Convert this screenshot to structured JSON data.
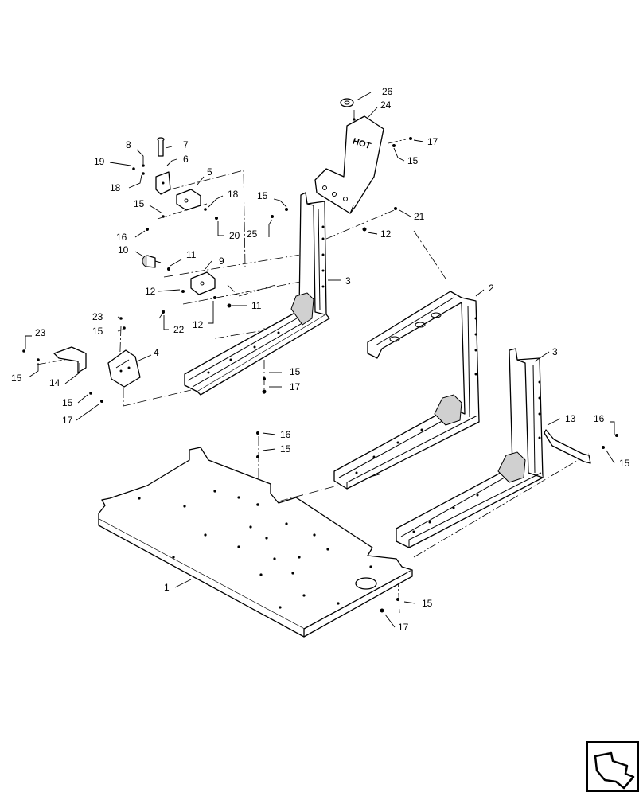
{
  "diagram": {
    "decal_text": "HOT",
    "callouts": [
      {
        "id": "c26",
        "label": "26"
      },
      {
        "id": "c24",
        "label": "24"
      },
      {
        "id": "c17a",
        "label": "17"
      },
      {
        "id": "c15a",
        "label": "15"
      },
      {
        "id": "c21",
        "label": "21"
      },
      {
        "id": "c12a",
        "label": "12"
      },
      {
        "id": "c15b",
        "label": "15"
      },
      {
        "id": "c25",
        "label": "25"
      },
      {
        "id": "c8",
        "label": "8"
      },
      {
        "id": "c7",
        "label": "7"
      },
      {
        "id": "c6",
        "label": "6"
      },
      {
        "id": "c19",
        "label": "19"
      },
      {
        "id": "c18a",
        "label": "18"
      },
      {
        "id": "c5",
        "label": "5"
      },
      {
        "id": "c18b",
        "label": "18"
      },
      {
        "id": "c15c",
        "label": "15"
      },
      {
        "id": "c20",
        "label": "20"
      },
      {
        "id": "c16a",
        "label": "16"
      },
      {
        "id": "c10",
        "label": "10"
      },
      {
        "id": "c11a",
        "label": "11"
      },
      {
        "id": "c9",
        "label": "9"
      },
      {
        "id": "c12b",
        "label": "12"
      },
      {
        "id": "c11b",
        "label": "11"
      },
      {
        "id": "c22",
        "label": "22"
      },
      {
        "id": "c12c",
        "label": "12"
      },
      {
        "id": "c3a",
        "label": "3"
      },
      {
        "id": "c2",
        "label": "2"
      },
      {
        "id": "c23a",
        "label": "23"
      },
      {
        "id": "c15d",
        "label": "15"
      },
      {
        "id": "c23b",
        "label": "23"
      },
      {
        "id": "c4",
        "label": "4"
      },
      {
        "id": "c15e",
        "label": "15"
      },
      {
        "id": "c14",
        "label": "14"
      },
      {
        "id": "c15f",
        "label": "15"
      },
      {
        "id": "c17b",
        "label": "17"
      },
      {
        "id": "c15g",
        "label": "15"
      },
      {
        "id": "c17c",
        "label": "17"
      },
      {
        "id": "c3b",
        "label": "3"
      },
      {
        "id": "c16b",
        "label": "16"
      },
      {
        "id": "c15h",
        "label": "15"
      },
      {
        "id": "c13",
        "label": "13"
      },
      {
        "id": "c16c",
        "label": "16"
      },
      {
        "id": "c15i",
        "label": "15"
      },
      {
        "id": "c1",
        "label": "1"
      },
      {
        "id": "c15j",
        "label": "15"
      },
      {
        "id": "c17d",
        "label": "17"
      }
    ]
  }
}
